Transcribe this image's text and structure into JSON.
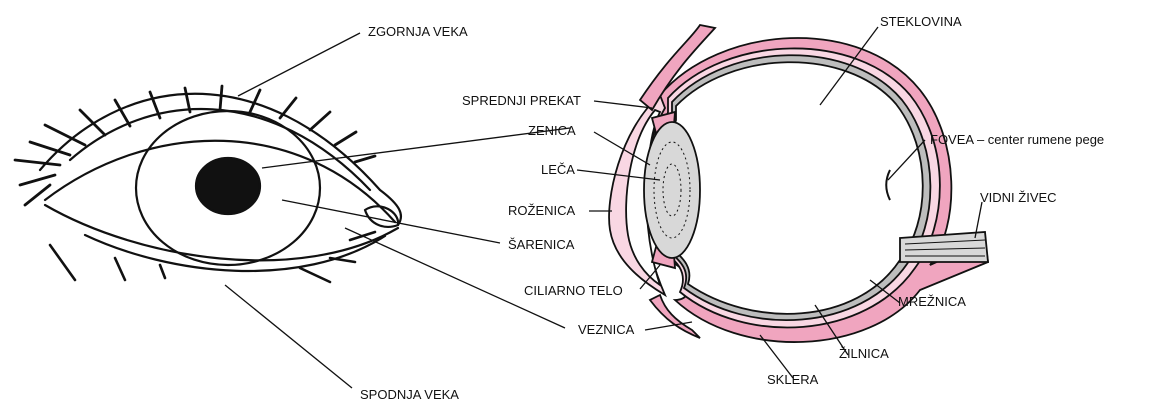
{
  "external_eye": {
    "labels": {
      "upper_lid": "ZGORNJA VEKA",
      "pupil": "ZENICA",
      "iris": "ŠARENICA",
      "conjunctiva": "VEZNICA",
      "lower_lid": "SPODNJA VEKA"
    }
  },
  "cross_section": {
    "labels": {
      "vitreous": "STEKLOVINA",
      "anterior_chamber": "SPREDNJI PREKAT",
      "lens": "LEČA",
      "cornea": "ROŽENICA",
      "ciliary_body": "CILIARNO TELO",
      "fovea": "FOVEA –  center  rumene pege",
      "optic_nerve": "VIDNI ŽIVEC",
      "retina": "MREŽNICA",
      "choroid": "ŽILNICA",
      "sclera": "SKLERA"
    }
  },
  "colors": {
    "outline": "#111111",
    "tissue_pink": "#f0a5bf",
    "tissue_light": "#f9d7e3",
    "lens_gray": "#d8d8d8",
    "retina_gray": "#bdbdbd"
  }
}
